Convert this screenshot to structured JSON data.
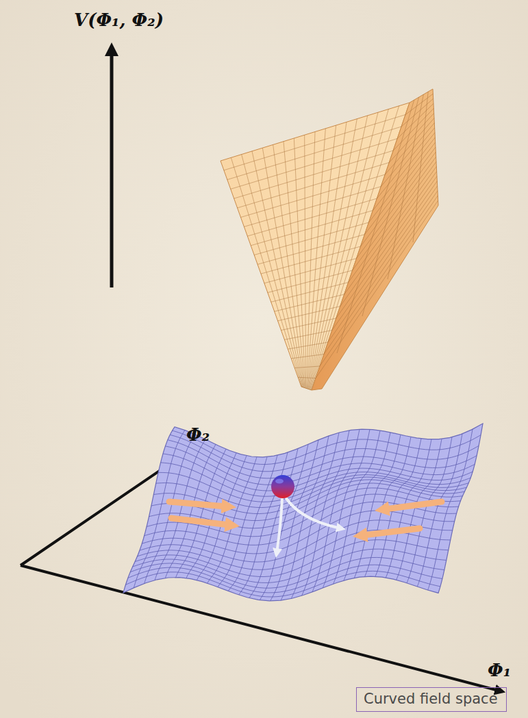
{
  "diagram": {
    "nodes": [
      {
        "text": [
          "Curved field space"
        ]
      }
    ],
    "labels": [
      "V(Φ₁, Φ₂)",
      "Φ₂",
      "Φ₁"
    ]
  }
}
